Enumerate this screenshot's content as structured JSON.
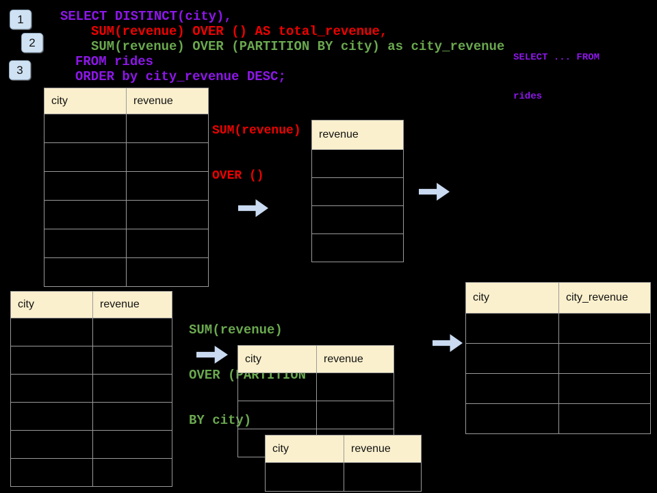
{
  "slide": {
    "step_badges": [
      "1",
      "2",
      "3"
    ],
    "sql_code": {
      "line1": "SELECT DISTINCT(city),",
      "line2": "SUM(revenue) OVER () AS total_revenue,",
      "line3": "SUM(revenue) OVER (PARTITION BY city) as city_revenue",
      "line4": "FROM rides",
      "line5": "ORDER by city_revenue DESC;"
    },
    "corner_snippet": {
      "line1": "SELECT ... FROM",
      "line2": "rides"
    },
    "annotations": {
      "over_all": {
        "lines": [
          "SUM(revenue)",
          "OVER ()"
        ]
      },
      "over_partition": {
        "lines": [
          "SUM(revenue)",
          "OVER (PARTITION",
          "BY city)"
        ]
      }
    },
    "tables": {
      "source_top": {
        "columns": [
          "city",
          "revenue"
        ],
        "empty_body_rows": 6
      },
      "total_revenue": {
        "columns": [
          "revenue"
        ],
        "empty_body_rows": 4
      },
      "source_bottom": {
        "columns": [
          "city",
          "revenue"
        ],
        "empty_body_rows": 6
      },
      "partition_back": {
        "columns": [
          "city",
          "revenue"
        ],
        "empty_body_rows": 3
      },
      "partition_front": {
        "columns": [
          "city",
          "revenue"
        ],
        "empty_body_rows": 1
      },
      "result": {
        "columns": [
          "city",
          "city_revenue"
        ],
        "empty_body_rows": 4
      }
    },
    "icons": {
      "flow_arrow": "block-arrow-right"
    },
    "colors": {
      "background": "#000000",
      "sql_purple": "#8d17e8",
      "sql_red": "#ee0000",
      "sql_green": "#6aa84f",
      "table_header_fill": "#fbf0cd",
      "table_border": "#9a9a9a",
      "arrow_fill": "#c9daf1",
      "badge_fill": "#cfe2f3"
    }
  }
}
